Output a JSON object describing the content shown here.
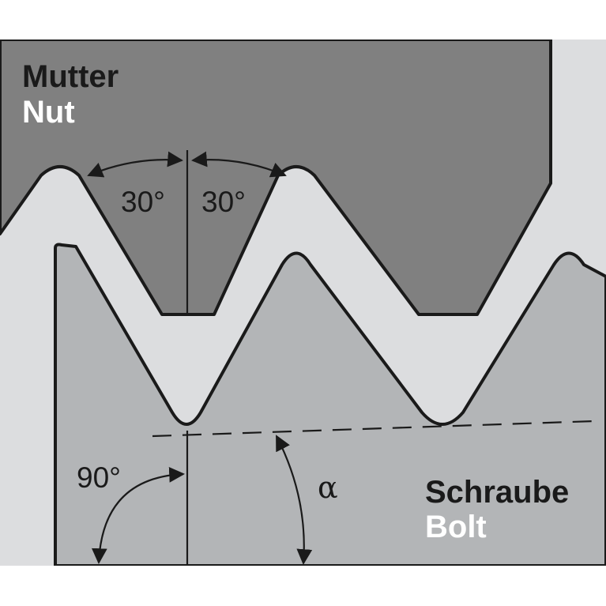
{
  "labels": {
    "nut_de": "Mutter",
    "nut_en": "Nut",
    "bolt_de": "Schraube",
    "bolt_en": "Bolt",
    "angle_left": "30°",
    "angle_right": "30°",
    "angle_right_angle": "90°",
    "angle_alpha": "α"
  },
  "colors": {
    "nut_fill": "#808080",
    "bolt_fill": "#b3b5b7",
    "gap_fill": "#dcdddf",
    "line": "#1a1a1a",
    "background": "#ffffff"
  }
}
